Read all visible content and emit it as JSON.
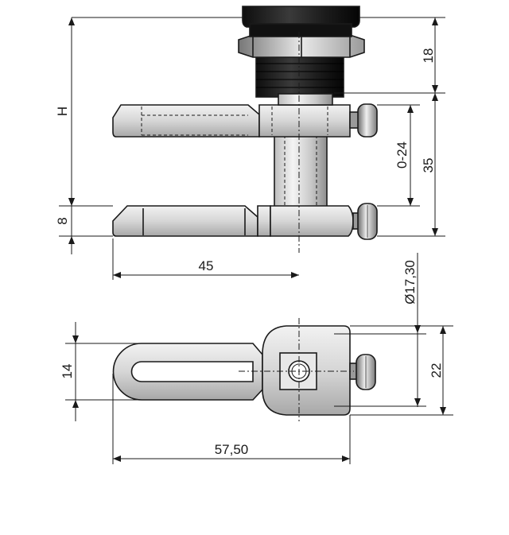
{
  "dimensions": {
    "height_label": "H",
    "top_cap_height": "18",
    "adjust_range": "0-24",
    "cam_offset": "35",
    "cam_thickness": "8",
    "cam_length_side": "45",
    "diameter": "Ø17,30",
    "cam_width": "14",
    "flange_width": "22",
    "cam_length_top": "57,50"
  },
  "colors": {
    "ink": "#1a1a1a",
    "knob_dark": "#1c1c1c",
    "metal_light": "#e6e6e6",
    "metal_mid": "#bdbdbd",
    "metal_dark": "#8f8f8f"
  }
}
